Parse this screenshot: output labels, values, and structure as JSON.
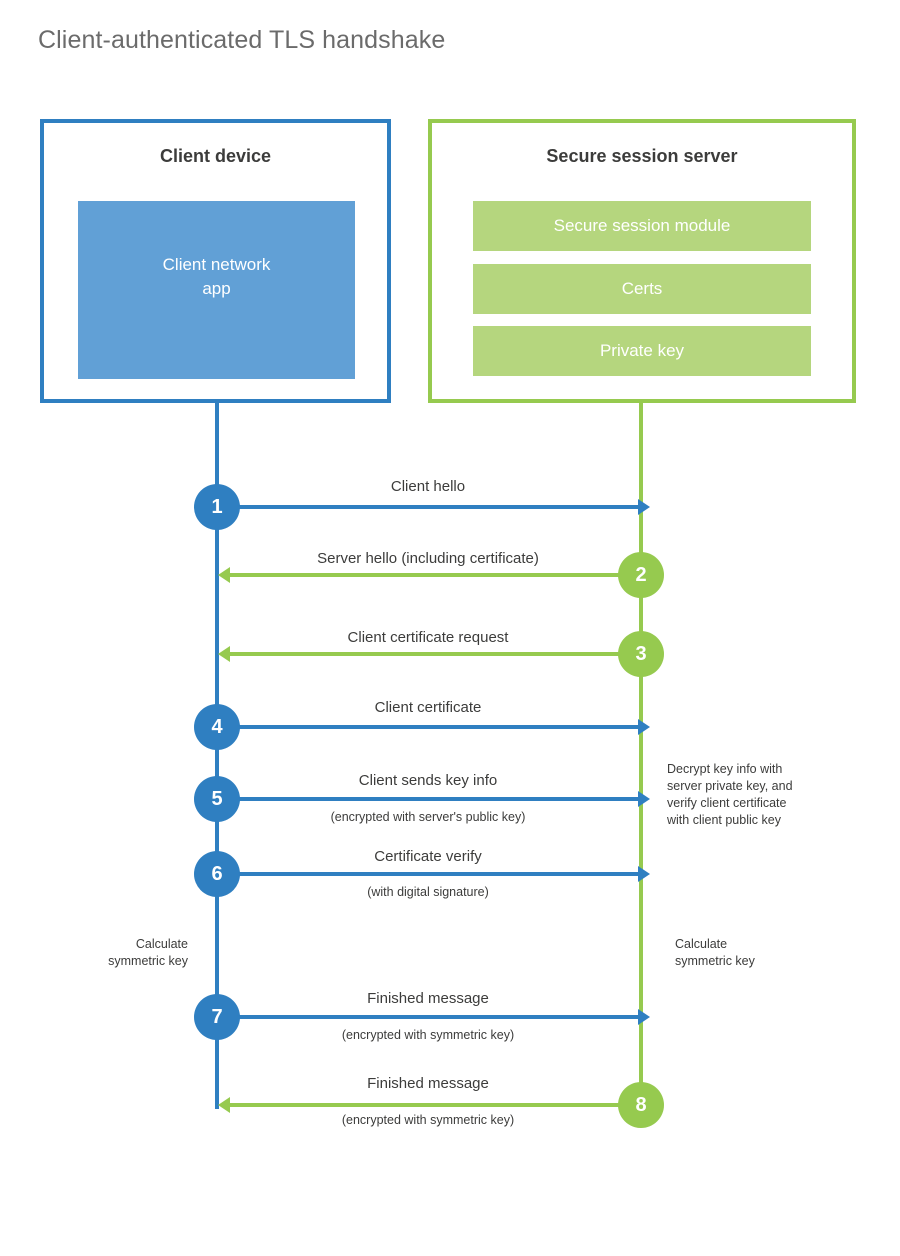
{
  "title": "Client-authenticated TLS handshake",
  "entities": {
    "client": {
      "title": "Client device",
      "app_label": "Client network\napp"
    },
    "server": {
      "title": "Secure session server",
      "components": [
        {
          "label": "Secure session module"
        },
        {
          "label": "Certs"
        },
        {
          "label": "Private key"
        }
      ]
    }
  },
  "steps": [
    {
      "number": "1",
      "side": "client",
      "color": "#2f7fc1",
      "direction": "right",
      "label": "Client hello",
      "sub": ""
    },
    {
      "number": "2",
      "side": "server",
      "color": "#96ca4f",
      "direction": "left",
      "label": "Server hello (including certificate)",
      "sub": ""
    },
    {
      "number": "3",
      "side": "server",
      "color": "#96ca4f",
      "direction": "left",
      "label": "Client certificate request",
      "sub": ""
    },
    {
      "number": "4",
      "side": "client",
      "color": "#2f7fc1",
      "direction": "right",
      "label": "Client certificate",
      "sub": ""
    },
    {
      "number": "5",
      "side": "client",
      "color": "#2f7fc1",
      "direction": "right",
      "label": "Client sends key info",
      "sub": "(encrypted with server's public key)"
    },
    {
      "number": "6",
      "side": "client",
      "color": "#2f7fc1",
      "direction": "right",
      "label": "Certificate verify",
      "sub": "(with digital signature)"
    },
    {
      "number": "7",
      "side": "client",
      "color": "#2f7fc1",
      "direction": "right",
      "label": "Finished message",
      "sub": "(encrypted with symmetric key)"
    },
    {
      "number": "8",
      "side": "server",
      "color": "#96ca4f",
      "direction": "left",
      "label": "Finished message",
      "sub": "(encrypted with symmetric key)"
    }
  ],
  "notes": {
    "server_decrypt": "Decrypt key info with\nserver private key, and\nverify client certificate\nwith client public key",
    "client_calc": "Calculate\nsymmetric key",
    "server_calc": "Calculate\nsymmetric key"
  },
  "colors": {
    "client_accent": "#2f7fc1",
    "client_fill": "#61a0d6",
    "server_accent": "#96ca4f",
    "server_fill": "#b5d67e",
    "text": "#3c3c3b",
    "title_text": "#6b6b6b"
  }
}
